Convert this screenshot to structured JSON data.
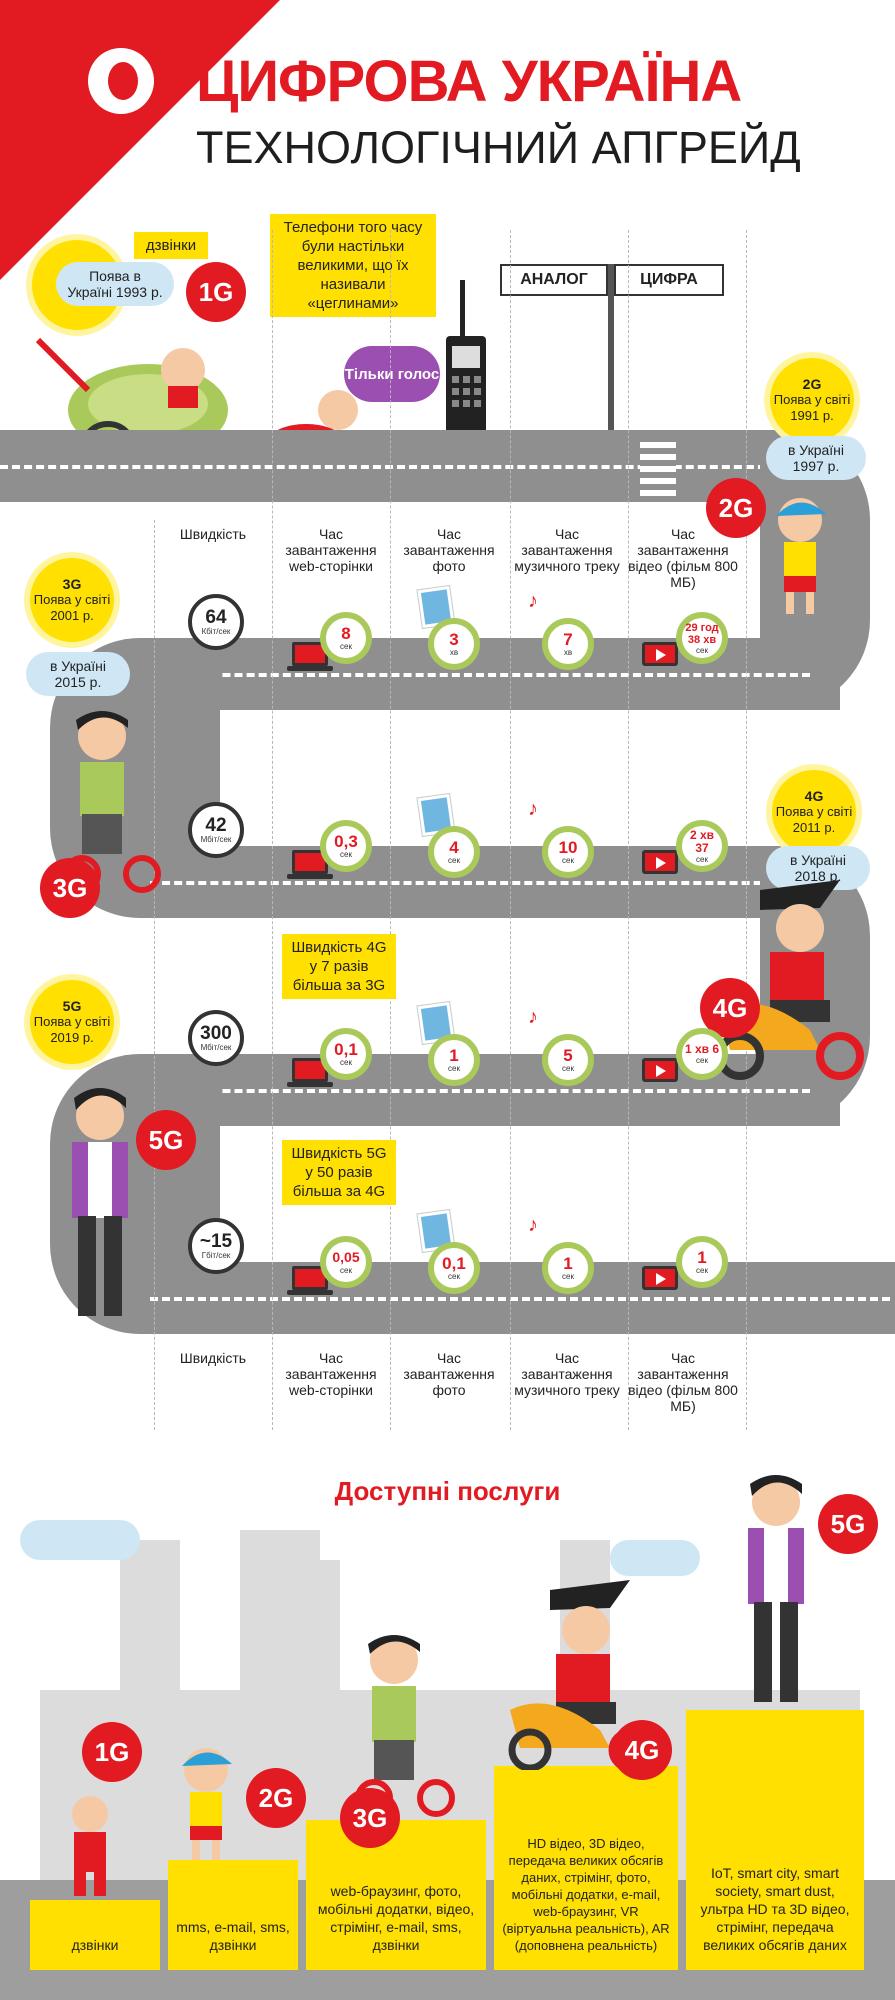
{
  "header": {
    "title": "ЦИФРОВА УКРАЇНА",
    "subtitle": "ТЕХНОЛОГІЧНИЙ АПГРЕЙД"
  },
  "intro": {
    "calls_label": "дзвінки",
    "g1_badge": "1G",
    "g1_sun_gen": "1G",
    "g1_sun_text": "Поява в Україні 1993 р.",
    "phone_note": "Телефони того часу були настільки великими, що їх називали «цеглинами»",
    "voice_bubble": "Тільки голос",
    "sign_analog": "АНАЛОГ",
    "sign_digital": "ЦИФРА"
  },
  "generations": {
    "g2": {
      "gen": "2G",
      "world": "Поява у світі 1991 р.",
      "ukraine": "в Україні 1997 р.",
      "badge": "2G"
    },
    "g3": {
      "gen": "3G",
      "world": "Поява у світі 2001 р.",
      "ukraine": "в Україні 2015 р.",
      "badge": "3G"
    },
    "g4": {
      "gen": "4G",
      "world": "Поява у світі 2011 р.",
      "ukraine": "в Україні 2018 р.",
      "badge": "4G"
    },
    "g5": {
      "gen": "5G",
      "world": "Поява у світі 2019 р.",
      "badge": "5G"
    }
  },
  "columns": {
    "speed": "Швидкість",
    "web": "Час завантаження web-сторінки",
    "photo": "Час завантаження фото",
    "music": "Час завантаження музичного треку",
    "video": "Час завантаження відео (фільм 800 МБ)"
  },
  "rows": [
    {
      "speed": "64",
      "speed_unit": "Кбіт/сек",
      "web": "8",
      "web_unit": "сек",
      "photo": "3",
      "photo_unit": "хв",
      "music": "7",
      "music_unit": "хв",
      "video": "29 год 38 хв",
      "video_unit": "сек"
    },
    {
      "speed": "42",
      "speed_unit": "Мбіт/сек",
      "web": "0,3",
      "web_unit": "сек",
      "photo": "4",
      "photo_unit": "сек",
      "music": "10",
      "music_unit": "сек",
      "video": "2 хв 37",
      "video_unit": "сек"
    },
    {
      "speed": "300",
      "speed_unit": "Мбіт/сек",
      "web": "0,1",
      "web_unit": "сек",
      "photo": "1",
      "photo_unit": "сек",
      "music": "5",
      "music_unit": "сек",
      "video": "1 хв 6",
      "video_unit": "сек"
    },
    {
      "speed": "~15",
      "speed_unit": "Гбіт/сек",
      "web": "0,05",
      "web_unit": "сек",
      "photo": "0,1",
      "photo_unit": "сек",
      "music": "1",
      "music_unit": "сек",
      "video": "1",
      "video_unit": "сек"
    }
  ],
  "compare": {
    "g4_note": "Швидкість 4G у 7 разів більша за 3G",
    "g5_note": "Швидкість 5G у 50 разів більша за 4G"
  },
  "services": {
    "title": "Доступні послуги",
    "g1": {
      "badge": "1G",
      "text": "дзвінки"
    },
    "g2": {
      "badge": "2G",
      "text": "mms, e-mail, sms, дзвінки"
    },
    "g3": {
      "badge": "3G",
      "text": "web-браузинг, фото, мобільні додатки, відео, стрімінг, e-mail, sms, дзвінки"
    },
    "g4": {
      "badge": "4G",
      "text": "HD відео, 3D відео, передача великих обсягів даних, стрімінг, фото, мобільні додатки, e-mail, web-браузинг, VR (віртуальна реальність), AR (доповнена реальність)"
    },
    "g5": {
      "badge": "5G",
      "text": "IoT, smart city, smart society, smart dust, ультра HD та 3D відео, стрімінг, передача великих обсягів даних"
    }
  },
  "colors": {
    "brand_red": "#e21a22",
    "accent_yellow": "#ffe000",
    "road_gray": "#8f8f8f",
    "gauge_green": "#a9c95a"
  }
}
